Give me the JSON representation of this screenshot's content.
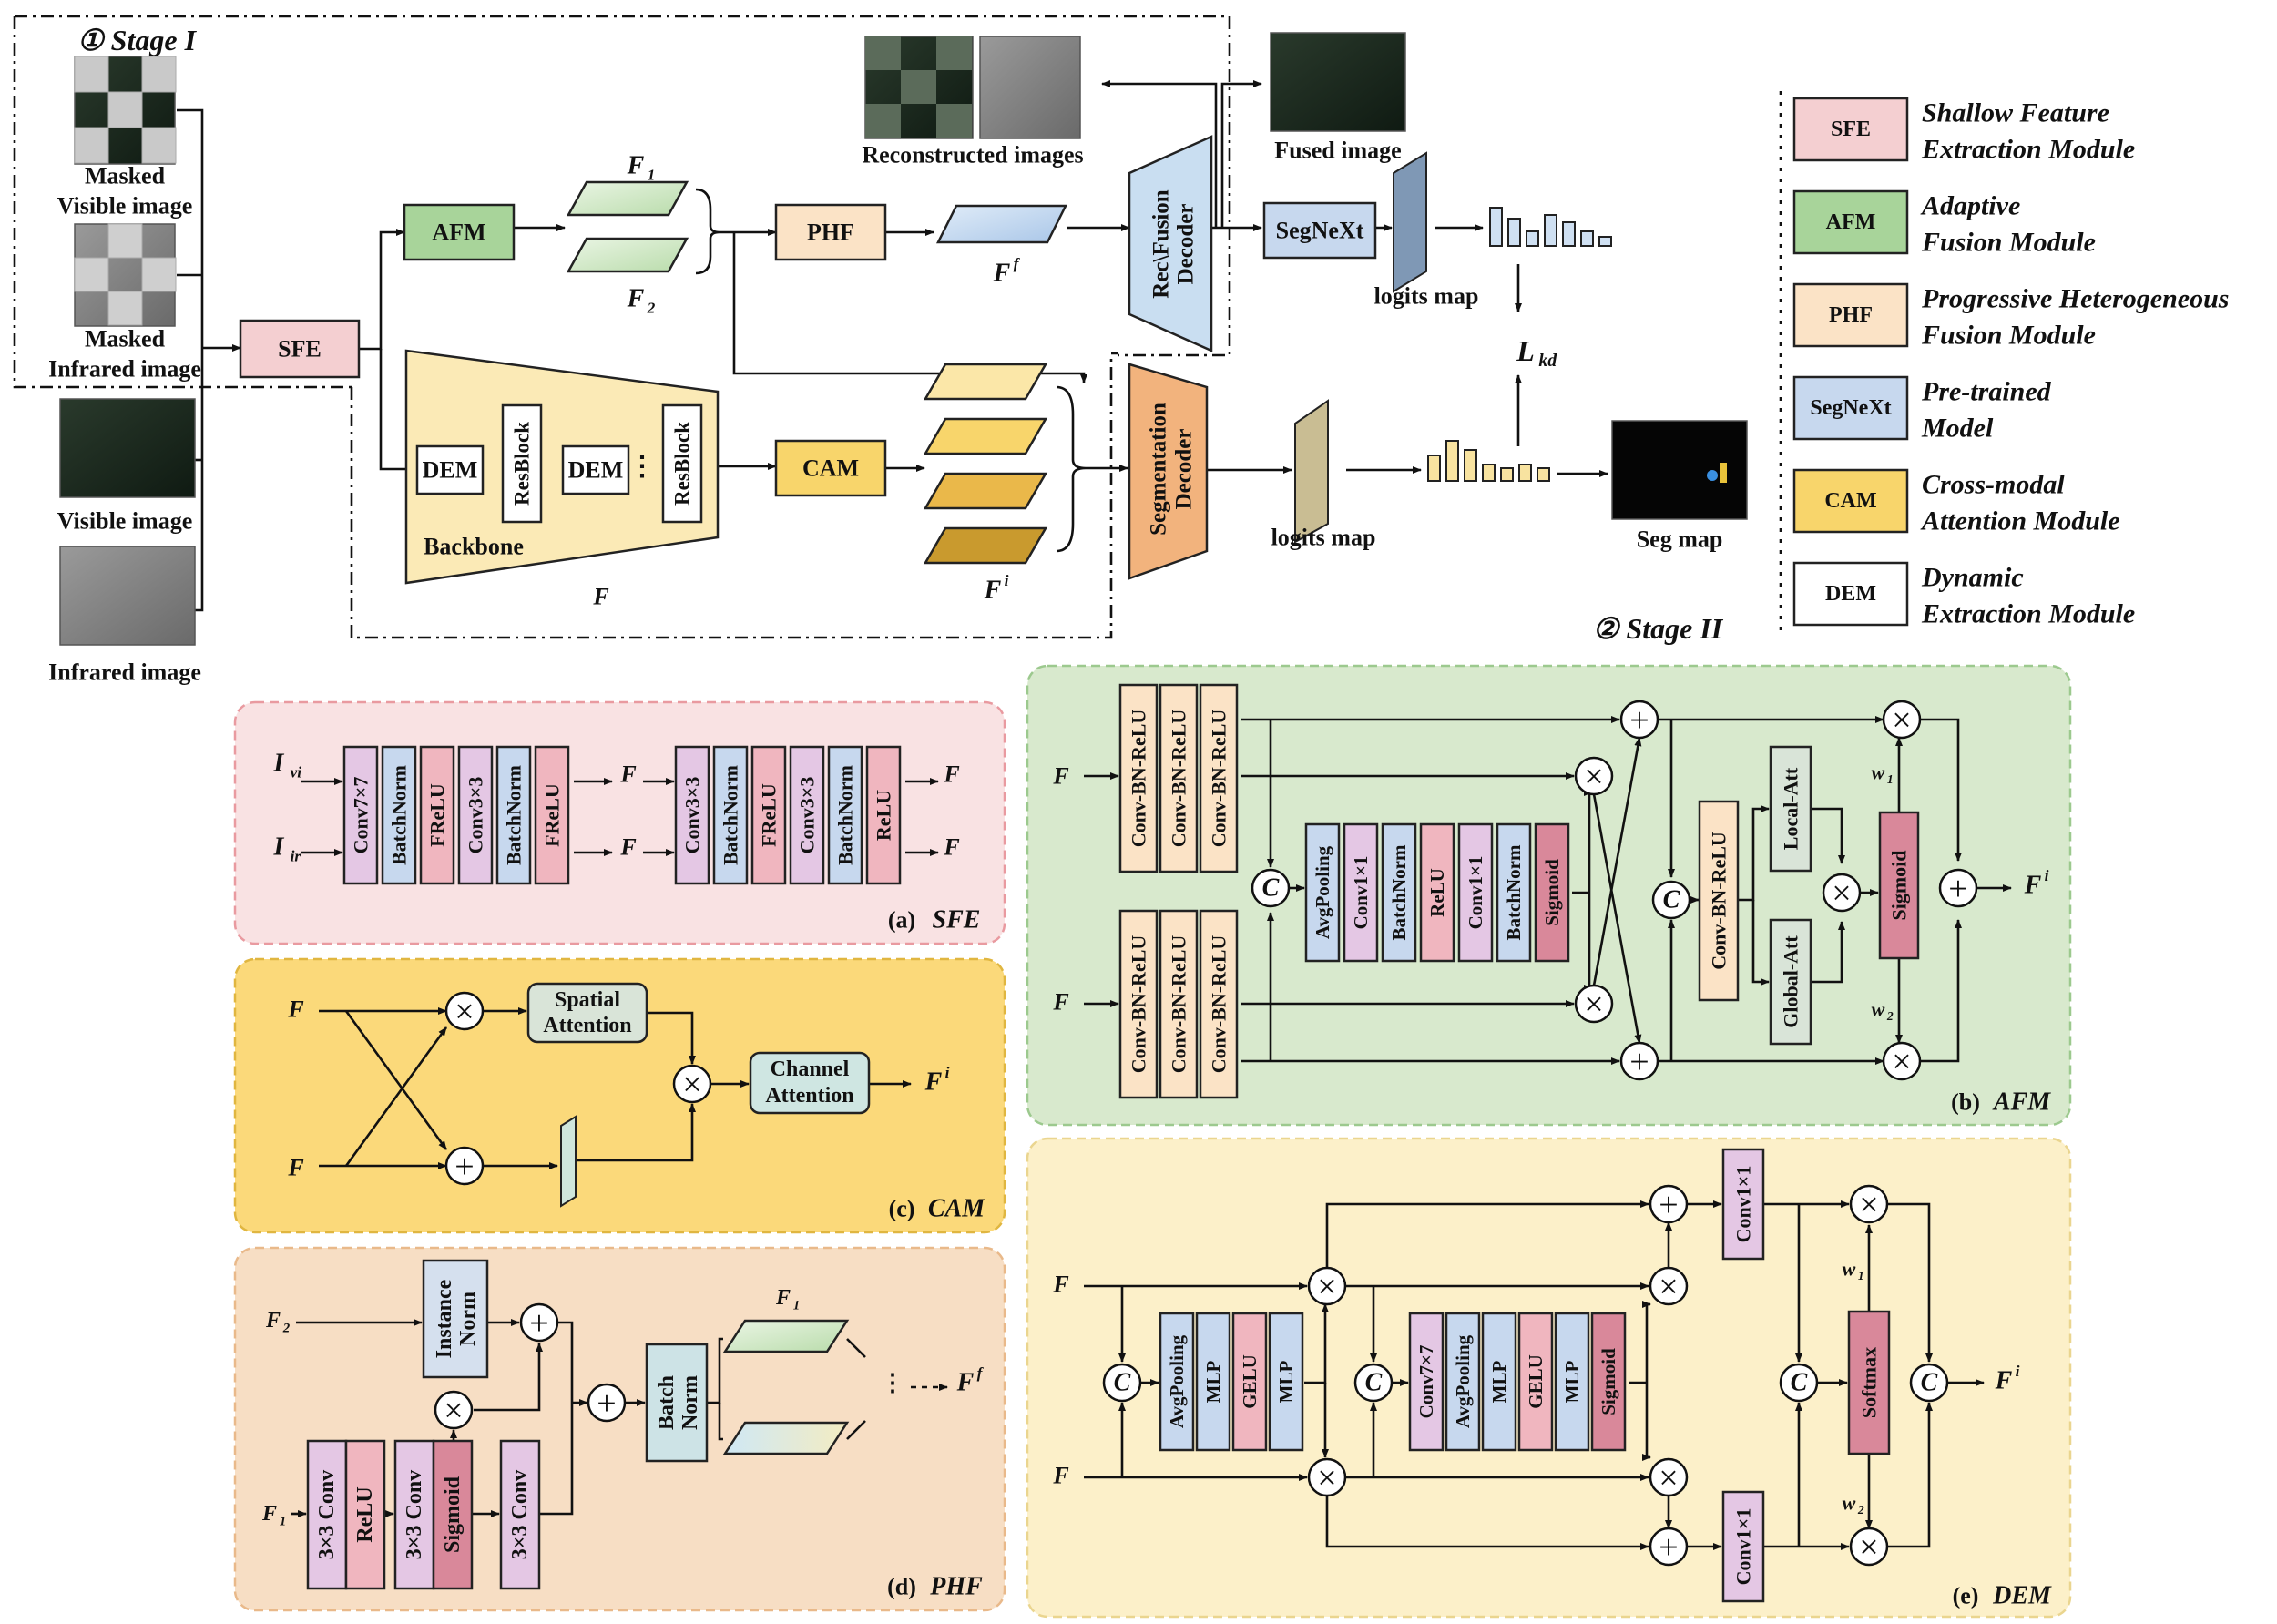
{
  "colors": {
    "sfe": "#f4cfd1",
    "afm": "#a8d49a",
    "phf": "#fbe3c6",
    "segnext": "#c7d8ee",
    "cam": "#f8d56b",
    "dem": "#ffffff",
    "decoder_blue": "#c9def1",
    "decoder_orange": "#f2b37d",
    "backbone": "#fbeab6",
    "panel_sfe": "#f9e2e3",
    "panel_afm": "#d8e9cd",
    "panel_cam": "#fbd97a",
    "panel_phf": "#f7dec4",
    "panel_dem": "#fcf0c9"
  },
  "top": {
    "stage1": "① Stage I",
    "stage2": "② Stage II",
    "masked_visible": [
      "Masked",
      "Visible image"
    ],
    "masked_infrared": [
      "Masked",
      "Infrared image"
    ],
    "visible_image": "Visible image",
    "infrared_image": "Infrared image",
    "sfe": "SFE",
    "afm": "AFM",
    "phf": "PHF",
    "cam": "CAM",
    "dem": "DEM",
    "resblock": "ResBlock",
    "backbone": "Backbone",
    "segnext": "SegNeXt",
    "rec_decoder": [
      "Rec\\Fusion",
      "Decoder"
    ],
    "seg_decoder": [
      "Segmentation",
      "Decoder"
    ],
    "reconstructed": "Reconstructed images",
    "fused": "Fused image",
    "logits": "logits map",
    "segmap": "Seg map",
    "lkd": "L",
    "lkd_sub": "kd",
    "f1": "F",
    "f1_sub": "1",
    "f2": "F",
    "f2_sub": "2",
    "ff": "F",
    "ff_sup": "f",
    "fi": "F",
    "fi_sup": "i",
    "fvi_fir": "F",
    "dots": "⋮"
  },
  "legend": [
    {
      "abbr": "SFE",
      "line1": "Shallow Feature",
      "line2": "Extraction Module",
      "color": "#f4cfd1"
    },
    {
      "abbr": "AFM",
      "line1": "Adaptive",
      "line2": "Fusion Module",
      "color": "#a8d49a"
    },
    {
      "abbr": "PHF",
      "line1": "Progressive Heterogeneous",
      "line2": "Fusion Module",
      "color": "#fbe3c6"
    },
    {
      "abbr": "SegNeXt",
      "line1": "Pre-trained",
      "line2": "Model",
      "color": "#c7d8ee"
    },
    {
      "abbr": "CAM",
      "line1": "Cross-modal",
      "line2": "Attention Module",
      "color": "#f8d56b"
    },
    {
      "abbr": "DEM",
      "line1": "Dynamic",
      "line2": "Extraction Module",
      "color": "#ffffff"
    }
  ],
  "sfe_panel": {
    "caption": "(a)",
    "caption_name": "SFE",
    "blocks_left": [
      "Conv7×7",
      "BatchNorm",
      "FReLU",
      "Conv3×3",
      "BatchNorm",
      "FReLU"
    ],
    "blocks_right": [
      "Conv3×3",
      "BatchNorm",
      "FReLU",
      "Conv3×3",
      "BatchNorm",
      "ReLU"
    ],
    "in_vi": "I",
    "in_ir": "I",
    "sub_vi": "vi",
    "sub_ir": "ir"
  },
  "afm_panel": {
    "caption": "(b)",
    "caption_name": "AFM",
    "conv": "Conv-BN-ReLU",
    "mid": [
      "AvgPooling",
      "Conv1×1",
      "BatchNorm",
      "ReLU",
      "Conv1×1",
      "BatchNorm",
      "Sigmoid"
    ],
    "local_att": "Local-Att",
    "global_att": "Global-Att",
    "sigmoid": "Sigmoid",
    "w1": "w",
    "w2": "w"
  },
  "cam_panel": {
    "caption": "(c)",
    "caption_name": "CAM",
    "spatial": [
      "Spatial",
      "Attention"
    ],
    "channel": [
      "Channel",
      "Attention"
    ]
  },
  "phf_panel": {
    "caption": "(d)",
    "caption_name": "PHF",
    "instance_norm": [
      "Instance",
      "Norm"
    ],
    "batch_norm": [
      "Batch",
      "Norm"
    ],
    "conv3": "3×3 Conv",
    "relu": "ReLU",
    "sigmoid": "Sigmoid"
  },
  "dem_panel": {
    "caption": "(e)",
    "caption_name": "DEM",
    "left_blocks": [
      "AvgPooling",
      "MLP",
      "GELU",
      "MLP"
    ],
    "right_blocks": [
      "Conv7×7",
      "AvgPooling",
      "MLP",
      "GELU",
      "MLP",
      "Sigmoid"
    ],
    "conv1": "Conv1×1",
    "softmax": "Softmax"
  },
  "ops": {
    "mul": "×",
    "add": "+",
    "cat": "C"
  }
}
